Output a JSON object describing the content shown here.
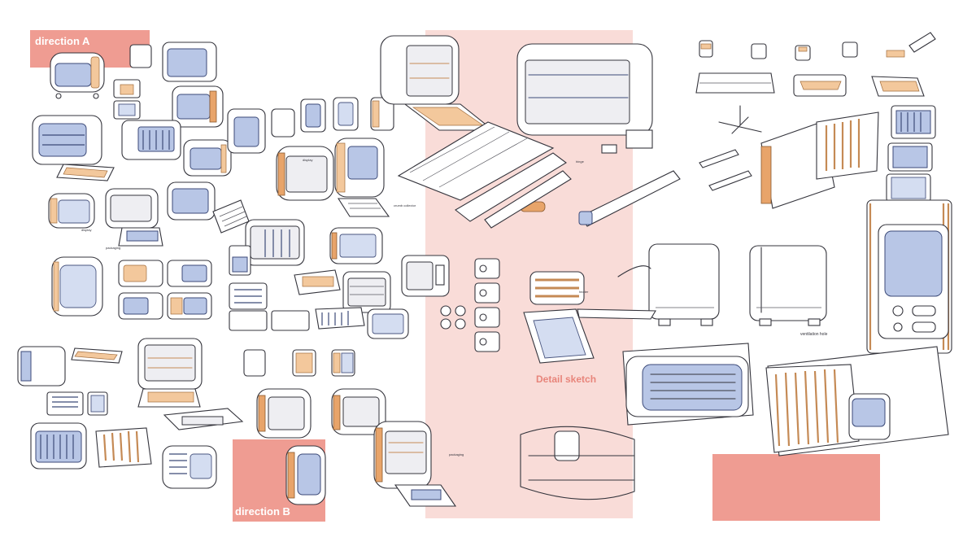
{
  "labels": {
    "direction_a": "direction A",
    "direction_b": "direction B",
    "detail": "Detail sketch"
  },
  "colors": {
    "accent_block": "#ef9c92",
    "detail_panel": "#f9dcd8",
    "label_text": "#ffffff",
    "detail_text": "#e8857b",
    "sketch_ink": "#34343c",
    "sketch_blue": "#b8c6e6",
    "sketch_orange": "#e8a46a"
  }
}
